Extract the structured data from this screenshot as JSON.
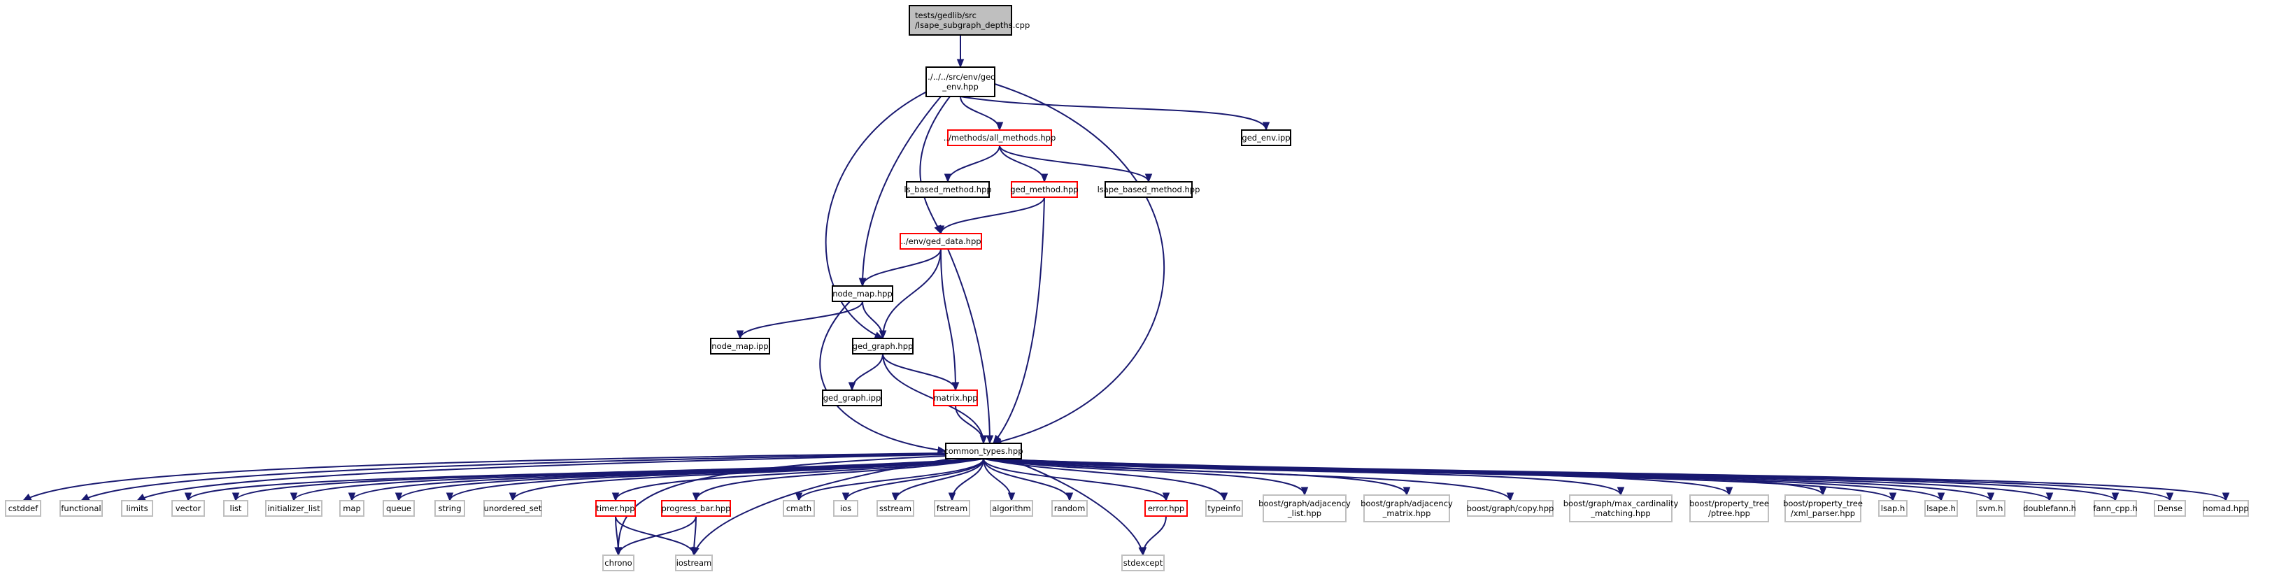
{
  "colors": {
    "edge": "#191970",
    "root_fill": "#bfbfbf",
    "node_fill": "#ffffff",
    "border_black": "#000000",
    "border_red": "#ff0000",
    "border_grey": "#bfbfbf"
  },
  "nodes": [
    {
      "id": "n_root",
      "lines": [
        "tests/gedlib/src",
        "/lsape_subgraph_depths.cpp"
      ],
      "style": "root"
    },
    {
      "id": "n_env",
      "lines": [
        "../../../src/env/ged",
        "_env.hpp"
      ],
      "style": "black"
    },
    {
      "id": "n_gedenvipp",
      "lines": [
        "ged_env.ipp"
      ],
      "style": "black"
    },
    {
      "id": "n_allmethods",
      "lines": [
        "../methods/all_methods.hpp"
      ],
      "style": "red"
    },
    {
      "id": "n_ls",
      "lines": [
        "ls_based_method.hpp"
      ],
      "style": "black"
    },
    {
      "id": "n_gedmethod",
      "lines": [
        "ged_method.hpp"
      ],
      "style": "red"
    },
    {
      "id": "n_lsape",
      "lines": [
        "lsape_based_method.hpp"
      ],
      "style": "black"
    },
    {
      "id": "n_geddata",
      "lines": [
        "../env/ged_data.hpp"
      ],
      "style": "red"
    },
    {
      "id": "n_nodemap",
      "lines": [
        "node_map.hpp"
      ],
      "style": "black"
    },
    {
      "id": "n_nodemapipp",
      "lines": [
        "node_map.ipp"
      ],
      "style": "black"
    },
    {
      "id": "n_gedgraph",
      "lines": [
        "ged_graph.hpp"
      ],
      "style": "black"
    },
    {
      "id": "n_gedgraphipp",
      "lines": [
        "ged_graph.ipp"
      ],
      "style": "black"
    },
    {
      "id": "n_matrix",
      "lines": [
        "matrix.hpp"
      ],
      "style": "red"
    },
    {
      "id": "n_common",
      "lines": [
        "common_types.hpp"
      ],
      "style": "black"
    },
    {
      "id": "n_cstddef",
      "lines": [
        "cstddef"
      ],
      "style": "grey"
    },
    {
      "id": "n_functional",
      "lines": [
        "functional"
      ],
      "style": "grey"
    },
    {
      "id": "n_limits",
      "lines": [
        "limits"
      ],
      "style": "grey"
    },
    {
      "id": "n_vector",
      "lines": [
        "vector"
      ],
      "style": "grey"
    },
    {
      "id": "n_list",
      "lines": [
        "list"
      ],
      "style": "grey"
    },
    {
      "id": "n_initlist",
      "lines": [
        "initializer_list"
      ],
      "style": "grey"
    },
    {
      "id": "n_map",
      "lines": [
        "map"
      ],
      "style": "grey"
    },
    {
      "id": "n_queue",
      "lines": [
        "queue"
      ],
      "style": "grey"
    },
    {
      "id": "n_string",
      "lines": [
        "string"
      ],
      "style": "grey"
    },
    {
      "id": "n_uset",
      "lines": [
        "unordered_set"
      ],
      "style": "grey"
    },
    {
      "id": "n_timer",
      "lines": [
        "timer.hpp"
      ],
      "style": "red"
    },
    {
      "id": "n_progress",
      "lines": [
        "progress_bar.hpp"
      ],
      "style": "red"
    },
    {
      "id": "n_cmath",
      "lines": [
        "cmath"
      ],
      "style": "grey"
    },
    {
      "id": "n_ios",
      "lines": [
        "ios"
      ],
      "style": "grey"
    },
    {
      "id": "n_sstream",
      "lines": [
        "sstream"
      ],
      "style": "grey"
    },
    {
      "id": "n_fstream",
      "lines": [
        "fstream"
      ],
      "style": "grey"
    },
    {
      "id": "n_algorithm",
      "lines": [
        "algorithm"
      ],
      "style": "grey"
    },
    {
      "id": "n_random",
      "lines": [
        "random"
      ],
      "style": "grey"
    },
    {
      "id": "n_error",
      "lines": [
        "error.hpp"
      ],
      "style": "red"
    },
    {
      "id": "n_typeinfo",
      "lines": [
        "typeinfo"
      ],
      "style": "grey"
    },
    {
      "id": "n_badj",
      "lines": [
        "boost/graph/adjacency",
        "_list.hpp"
      ],
      "style": "grey"
    },
    {
      "id": "n_badjm",
      "lines": [
        "boost/graph/adjacency",
        "_matrix.hpp"
      ],
      "style": "grey"
    },
    {
      "id": "n_bcopy",
      "lines": [
        "boost/graph/copy.hpp"
      ],
      "style": "grey"
    },
    {
      "id": "n_bmax",
      "lines": [
        "boost/graph/max_cardinality",
        "_matching.hpp"
      ],
      "style": "grey"
    },
    {
      "id": "n_bptree",
      "lines": [
        "boost/property_tree",
        "/ptree.hpp"
      ],
      "style": "grey"
    },
    {
      "id": "n_bxml",
      "lines": [
        "boost/property_tree",
        "/xml_parser.hpp"
      ],
      "style": "grey"
    },
    {
      "id": "n_lsaph",
      "lines": [
        "lsap.h"
      ],
      "style": "grey"
    },
    {
      "id": "n_lsapeh",
      "lines": [
        "lsape.h"
      ],
      "style": "grey"
    },
    {
      "id": "n_svmh",
      "lines": [
        "svm.h"
      ],
      "style": "grey"
    },
    {
      "id": "n_dfann",
      "lines": [
        "doublefann.h"
      ],
      "style": "grey"
    },
    {
      "id": "n_fanncpp",
      "lines": [
        "fann_cpp.h"
      ],
      "style": "grey"
    },
    {
      "id": "n_dense",
      "lines": [
        "Dense"
      ],
      "style": "grey"
    },
    {
      "id": "n_nomad",
      "lines": [
        "nomad.hpp"
      ],
      "style": "grey"
    },
    {
      "id": "n_chrono",
      "lines": [
        "chrono"
      ],
      "style": "grey"
    },
    {
      "id": "n_iostream",
      "lines": [
        "iostream"
      ],
      "style": "grey"
    },
    {
      "id": "n_stdexcept",
      "lines": [
        "stdexcept"
      ],
      "style": "grey"
    }
  ],
  "edges": [
    [
      "n_root",
      "n_env"
    ],
    [
      "n_env",
      "n_gedenvipp"
    ],
    [
      "n_env",
      "n_allmethods"
    ],
    [
      "n_env",
      "n_geddata"
    ],
    [
      "n_env",
      "n_nodemap"
    ],
    [
      "n_env",
      "n_gedgraph"
    ],
    [
      "n_env",
      "n_common"
    ],
    [
      "n_allmethods",
      "n_ls"
    ],
    [
      "n_allmethods",
      "n_gedmethod"
    ],
    [
      "n_allmethods",
      "n_lsape"
    ],
    [
      "n_gedmethod",
      "n_geddata"
    ],
    [
      "n_gedmethod",
      "n_common"
    ],
    [
      "n_geddata",
      "n_nodemap"
    ],
    [
      "n_geddata",
      "n_gedgraph"
    ],
    [
      "n_geddata",
      "n_matrix"
    ],
    [
      "n_geddata",
      "n_common"
    ],
    [
      "n_nodemap",
      "n_nodemapipp"
    ],
    [
      "n_nodemap",
      "n_gedgraph"
    ],
    [
      "n_nodemap",
      "n_common"
    ],
    [
      "n_gedgraph",
      "n_gedgraphipp"
    ],
    [
      "n_gedgraph",
      "n_matrix"
    ],
    [
      "n_gedgraph",
      "n_common"
    ],
    [
      "n_matrix",
      "n_common"
    ],
    [
      "n_common",
      "n_cstddef"
    ],
    [
      "n_common",
      "n_functional"
    ],
    [
      "n_common",
      "n_limits"
    ],
    [
      "n_common",
      "n_vector"
    ],
    [
      "n_common",
      "n_list"
    ],
    [
      "n_common",
      "n_initlist"
    ],
    [
      "n_common",
      "n_map"
    ],
    [
      "n_common",
      "n_queue"
    ],
    [
      "n_common",
      "n_string"
    ],
    [
      "n_common",
      "n_uset"
    ],
    [
      "n_common",
      "n_timer"
    ],
    [
      "n_common",
      "n_progress"
    ],
    [
      "n_common",
      "n_chrono"
    ],
    [
      "n_common",
      "n_iostream"
    ],
    [
      "n_common",
      "n_cmath"
    ],
    [
      "n_common",
      "n_ios"
    ],
    [
      "n_common",
      "n_sstream"
    ],
    [
      "n_common",
      "n_fstream"
    ],
    [
      "n_common",
      "n_algorithm"
    ],
    [
      "n_common",
      "n_random"
    ],
    [
      "n_common",
      "n_error"
    ],
    [
      "n_common",
      "n_stdexcept"
    ],
    [
      "n_common",
      "n_typeinfo"
    ],
    [
      "n_common",
      "n_badj"
    ],
    [
      "n_common",
      "n_badjm"
    ],
    [
      "n_common",
      "n_bcopy"
    ],
    [
      "n_common",
      "n_bmax"
    ],
    [
      "n_common",
      "n_bptree"
    ],
    [
      "n_common",
      "n_bxml"
    ],
    [
      "n_common",
      "n_lsaph"
    ],
    [
      "n_common",
      "n_lsapeh"
    ],
    [
      "n_common",
      "n_svmh"
    ],
    [
      "n_common",
      "n_dfann"
    ],
    [
      "n_common",
      "n_fanncpp"
    ],
    [
      "n_common",
      "n_dense"
    ],
    [
      "n_common",
      "n_nomad"
    ],
    [
      "n_timer",
      "n_chrono"
    ],
    [
      "n_timer",
      "n_iostream"
    ],
    [
      "n_progress",
      "n_chrono"
    ],
    [
      "n_progress",
      "n_iostream"
    ],
    [
      "n_error",
      "n_stdexcept"
    ]
  ]
}
